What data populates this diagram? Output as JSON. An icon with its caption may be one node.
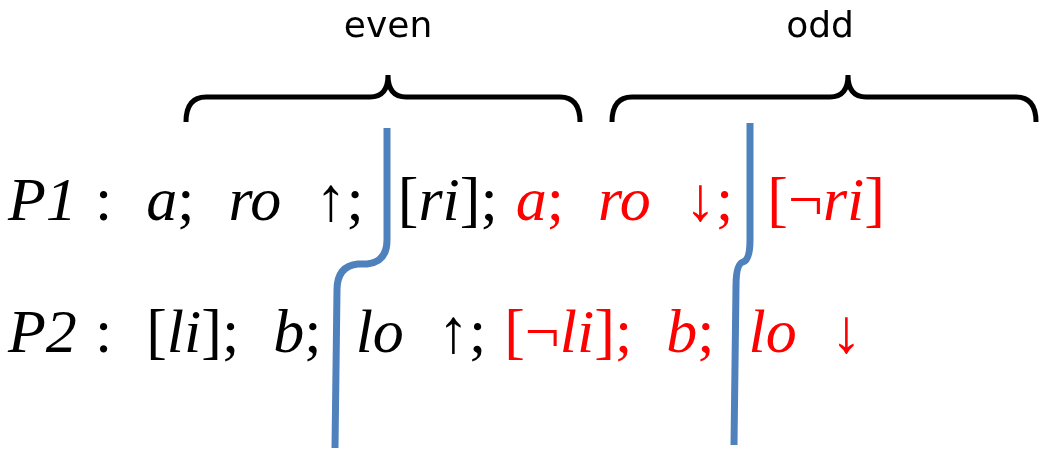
{
  "diagram": {
    "labels": [
      "even",
      "odd",
      "P1",
      ": *a*; *ro* ↑; [*ri*];",
      "*a*; *ro* ↓; [¬*ri*]",
      "P2",
      ": [*li*]; *b*; *lo* ↑;",
      "[¬*li*]; *b*; *lo* ↓"
    ]
  }
}
